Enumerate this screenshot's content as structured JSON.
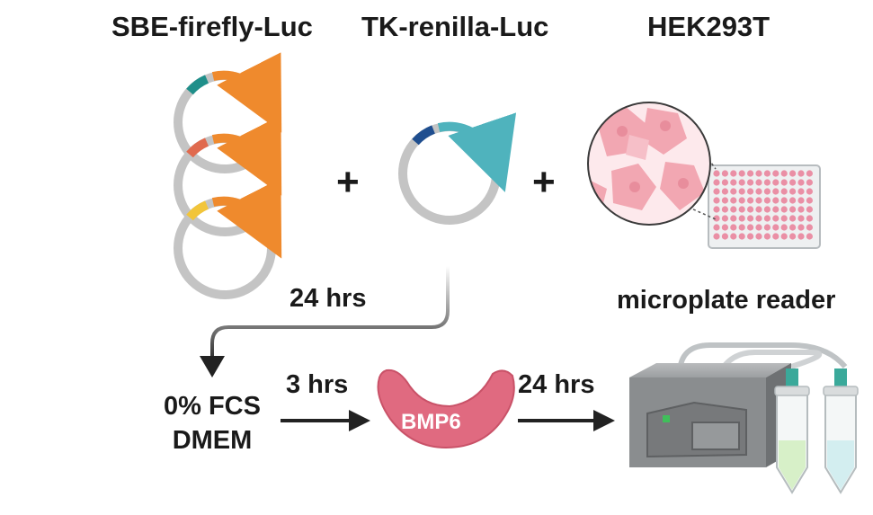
{
  "plasmids": {
    "sbe_label": "SBE-firefly-Luc",
    "tk_label": "TK-renilla-Luc"
  },
  "cells": {
    "label": "HEK293T"
  },
  "operators": {
    "plus_1": "+",
    "plus_2": "+"
  },
  "steps": {
    "transfection_time": "24 hrs",
    "starvation_line1": "0% FCS",
    "starvation_line2": "DMEM",
    "starvation_time": "3 hrs",
    "treatment_label": "BMP6",
    "treatment_time": "24 hrs"
  },
  "reader": {
    "label": "microplate reader"
  },
  "colors": {
    "plasmid_gray": "#c4c4c4",
    "firefly_orange": "#ef8a2d",
    "renilla_teal": "#4fb3bd",
    "promoter_teal": "#1f8f8a",
    "promoter_red": "#e06a4e",
    "promoter_yellow": "#f2c53a",
    "promoter_blue": "#1f4e8f",
    "cell_pink": "#f2a7b2",
    "bmp6_pink": "#e06a80",
    "device_gray": "#8a8d8f",
    "tube_green": "#d7f0c8",
    "tube_blue": "#d3eef0"
  }
}
